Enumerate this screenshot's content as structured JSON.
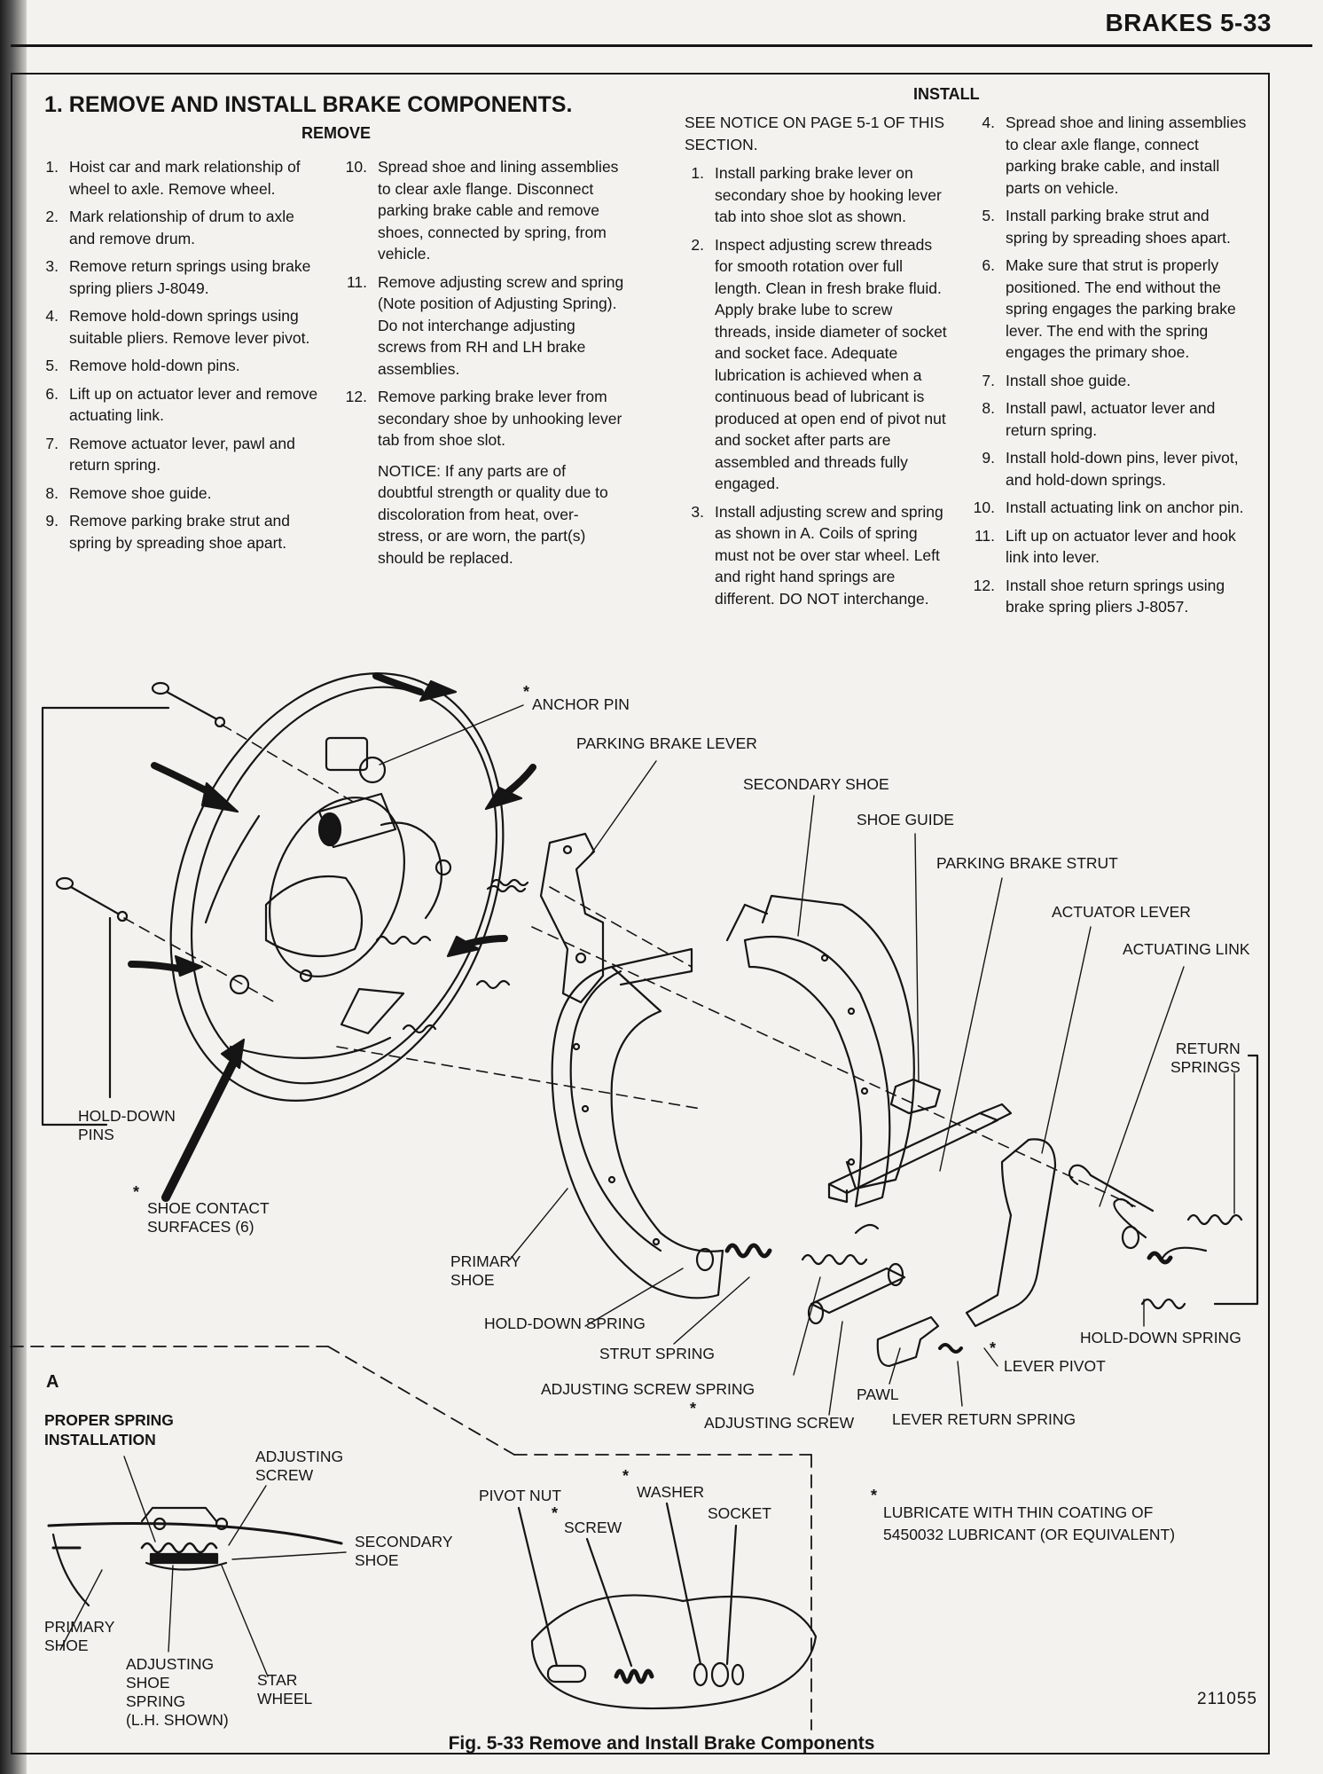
{
  "header": {
    "section": "BRAKES 5-33"
  },
  "title": "1. REMOVE AND INSTALL BRAKE COMPONENTS.",
  "remove": {
    "heading": "REMOVE",
    "steps": [
      {
        "num": "1.",
        "text": "Hoist car and mark relationship of wheel to axle. Remove wheel."
      },
      {
        "num": "2.",
        "text": "Mark relationship of drum to axle and remove drum."
      },
      {
        "num": "3.",
        "text": "Remove return springs using brake spring pliers J-8049."
      },
      {
        "num": "4.",
        "text": "Remove hold-down springs using suitable pliers. Remove lever pivot."
      },
      {
        "num": "5.",
        "text": "Remove hold-down pins."
      },
      {
        "num": "6.",
        "text": "Lift up on actuator lever and remove actuating link."
      },
      {
        "num": "7.",
        "text": "Remove actuator lever, pawl and return spring."
      },
      {
        "num": "8.",
        "text": "Remove shoe guide."
      },
      {
        "num": "9.",
        "text": "Remove parking brake strut and spring by spreading shoe apart."
      },
      {
        "num": "10.",
        "text": "Spread shoe and lining assemblies to clear axle flange. Disconnect parking brake cable and remove shoes, connected by spring, from vehicle."
      },
      {
        "num": "11.",
        "text": "Remove adjusting screw and spring (Note position of Adjusting Spring). Do not interchange adjusting screws from RH and LH brake assemblies."
      },
      {
        "num": "12.",
        "text": "Remove parking brake lever from secondary shoe by unhooking lever tab from shoe slot."
      }
    ],
    "notice": "NOTICE: If any parts are of doubtful strength or quality due to discoloration from heat, over-stress, or are worn, the part(s) should be replaced."
  },
  "install": {
    "heading": "INSTALL",
    "intro": "SEE NOTICE ON PAGE 5-1 OF THIS SECTION.",
    "steps": [
      {
        "num": "1.",
        "text": "Install parking brake lever on secondary shoe by hooking lever tab into shoe slot as shown."
      },
      {
        "num": "2.",
        "text": "Inspect adjusting screw threads for smooth rotation over full length. Clean in fresh brake fluid. Apply brake lube to screw threads, inside diameter of socket and socket face. Adequate lubrication is achieved when a continuous bead of lubricant is produced at open end of pivot nut and socket after parts are assembled and threads fully engaged."
      },
      {
        "num": "3.",
        "text": "Install adjusting screw and spring as shown in A. Coils of spring must not be over star wheel. Left and right hand springs are different. DO NOT interchange."
      },
      {
        "num": "4.",
        "text": "Spread shoe and lining assemblies to clear axle flange, connect parking brake cable, and install parts on vehicle."
      },
      {
        "num": "5.",
        "text": "Install parking brake strut and spring by spreading shoes apart."
      },
      {
        "num": "6.",
        "text": "Make sure that strut is properly positioned. The end without the spring engages the parking brake lever. The end with the spring engages the primary shoe."
      },
      {
        "num": "7.",
        "text": "Install shoe guide."
      },
      {
        "num": "8.",
        "text": "Install pawl, actuator lever and return spring."
      },
      {
        "num": "9.",
        "text": "Install hold-down pins, lever pivot, and hold-down springs."
      },
      {
        "num": "10.",
        "text": "Install actuating link on anchor pin."
      },
      {
        "num": "11.",
        "text": "Lift up on actuator lever and hook link into lever."
      },
      {
        "num": "12.",
        "text": "Install shoe return springs using brake spring pliers J-8057."
      }
    ]
  },
  "diagram_labels": {
    "anchor_pin": "ANCHOR PIN",
    "parking_brake_lever": "PARKING BRAKE LEVER",
    "secondary_shoe": "SECONDARY SHOE",
    "shoe_guide": "SHOE GUIDE",
    "parking_brake_strut": "PARKING BRAKE STRUT",
    "actuator_lever": "ACTUATOR LEVER",
    "actuating_link": "ACTUATING LINK",
    "return_springs_1": "RETURN",
    "return_springs_2": "SPRINGS",
    "hold_down_pins_1": "HOLD-DOWN",
    "hold_down_pins_2": "PINS",
    "shoe_contact_1": "SHOE CONTACT",
    "shoe_contact_2": "SURFACES (6)",
    "primary_shoe_1": "PRIMARY",
    "primary_shoe_2": "SHOE",
    "hold_down_spring_left": "HOLD-DOWN SPRING",
    "strut_spring": "STRUT SPRING",
    "adjusting_screw_spring": "ADJUSTING SCREW SPRING",
    "adjusting_screw": "ADJUSTING SCREW",
    "pawl": "PAWL",
    "lever_return_spring": "LEVER RETURN SPRING",
    "lever_pivot": "LEVER PIVOT",
    "hold_down_spring_right": "HOLD-DOWN SPRING",
    "star": "*"
  },
  "inset": {
    "letter": "A",
    "title_1": "PROPER SPRING",
    "title_2": "INSTALLATION",
    "adjusting_screw_1": "ADJUSTING",
    "adjusting_screw_2": "SCREW",
    "secondary_shoe_1": "SECONDARY",
    "secondary_shoe_2": "SHOE",
    "primary_shoe_1": "PRIMARY",
    "primary_shoe_2": "SHOE",
    "adj_shoe_spring_1": "ADJUSTING",
    "adj_shoe_spring_2": "SHOE",
    "adj_shoe_spring_3": "SPRING",
    "adj_shoe_spring_4": "(L.H. SHOWN)",
    "star_wheel_1": "STAR",
    "star_wheel_2": "WHEEL",
    "pivot_nut": "PIVOT NUT",
    "washer": "WASHER",
    "screw": "SCREW",
    "socket": "SOCKET"
  },
  "lube_note": {
    "line1": "LUBRICATE WITH THIN COATING OF",
    "line2": "5450032 LUBRICANT (OR EQUIVALENT)"
  },
  "figure_number": "211055",
  "caption": "Fig. 5-33 Remove and Install Brake Components"
}
